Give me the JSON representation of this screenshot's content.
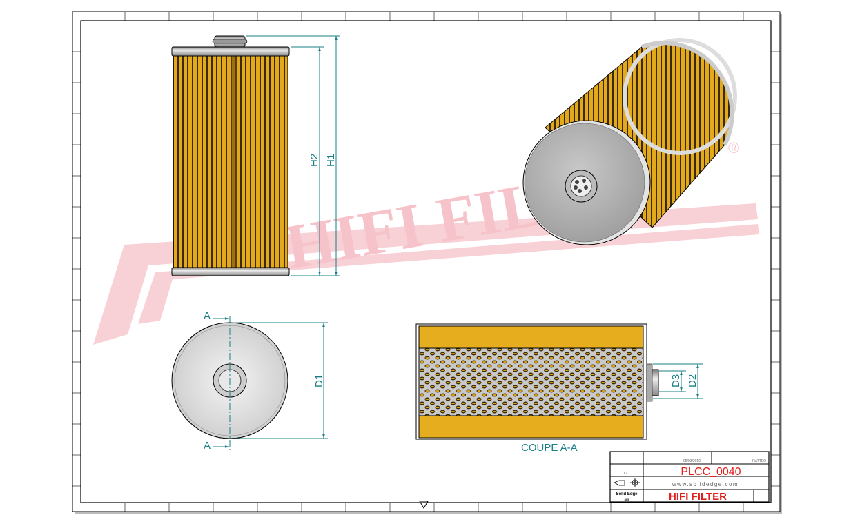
{
  "drawing": {
    "dimensions": {
      "h1": "H1",
      "h2": "H2",
      "d1": "D1",
      "d2": "D2",
      "d3": "D3"
    },
    "section_marker": "A",
    "section_label": "COUPE A-A",
    "watermark": "HIFI FILTER",
    "watermark_mark": "®"
  },
  "title_block": {
    "date": "05/03/2010",
    "designer": "RATTEO",
    "scale": "1 / 1",
    "part_number": "PLCC_0040",
    "website": "www.solidedge.com",
    "software": "Solid Edge",
    "software_sub": "805",
    "brand": "HIFI FILTER"
  },
  "colors": {
    "dimension": "#1a7f86",
    "filter_media": "#e6ad1e",
    "brand_red": "#e0201c",
    "watermark": "#f7c9cf"
  }
}
